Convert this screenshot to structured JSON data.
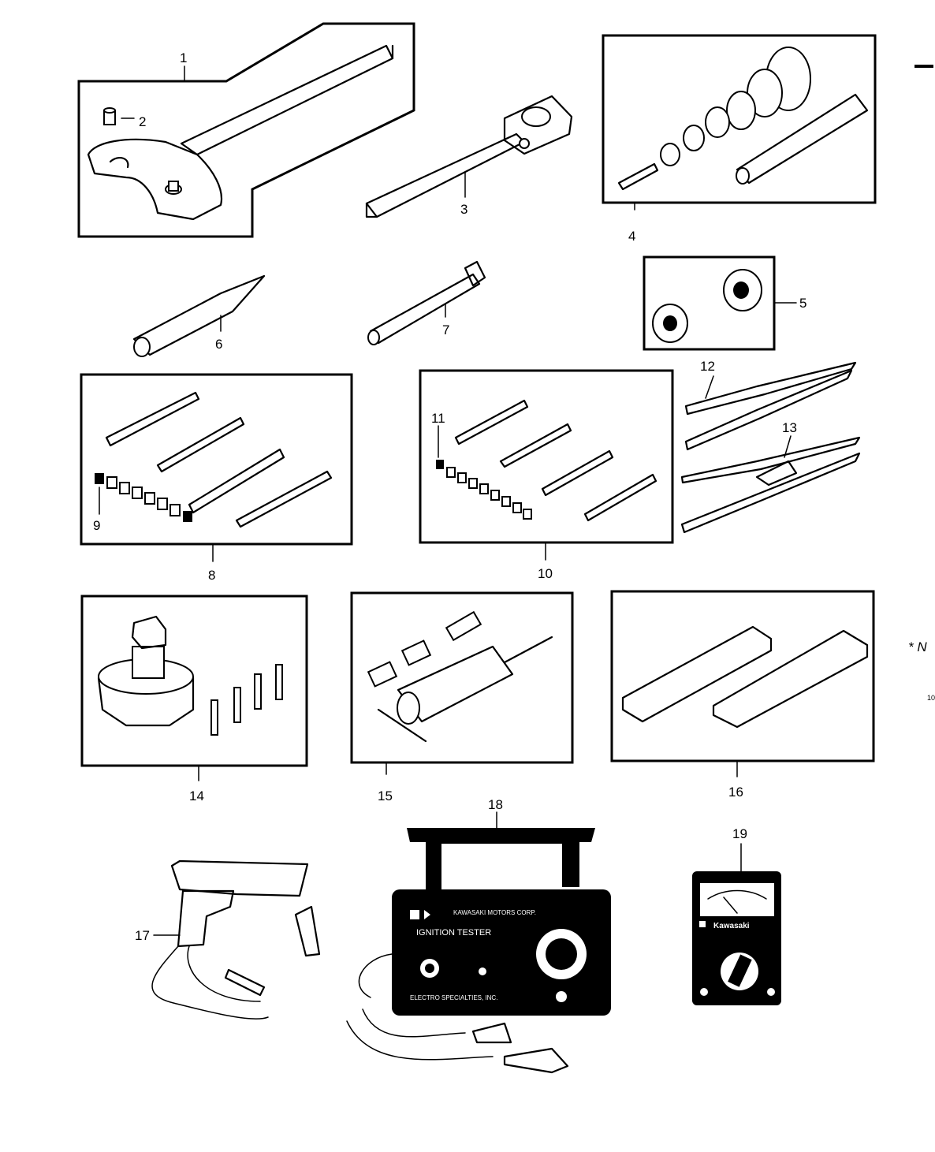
{
  "callouts": {
    "c1": "1",
    "c2": "2",
    "c3": "3",
    "c4": "4",
    "c5": "5",
    "c6": "6",
    "c7": "7",
    "c8": "8",
    "c9": "9",
    "c10": "10",
    "c11": "11",
    "c12": "12",
    "c13": "13",
    "c14": "14",
    "c15": "15",
    "c16": "16",
    "c17": "17",
    "c18": "18",
    "c19": "19"
  },
  "margin": {
    "note_marker": "* N",
    "footnote_fragment": "10"
  },
  "devices": {
    "meter_brand": "Kawasaki",
    "tester_title": "IGNITION TESTER",
    "tester_model_line": "KAWASAKI MOTORS CORP.",
    "tester_maker_line": "ELECTRO SPECIALTIES, INC."
  },
  "colors": {
    "ink": "#000000",
    "paper": "#ffffff"
  }
}
